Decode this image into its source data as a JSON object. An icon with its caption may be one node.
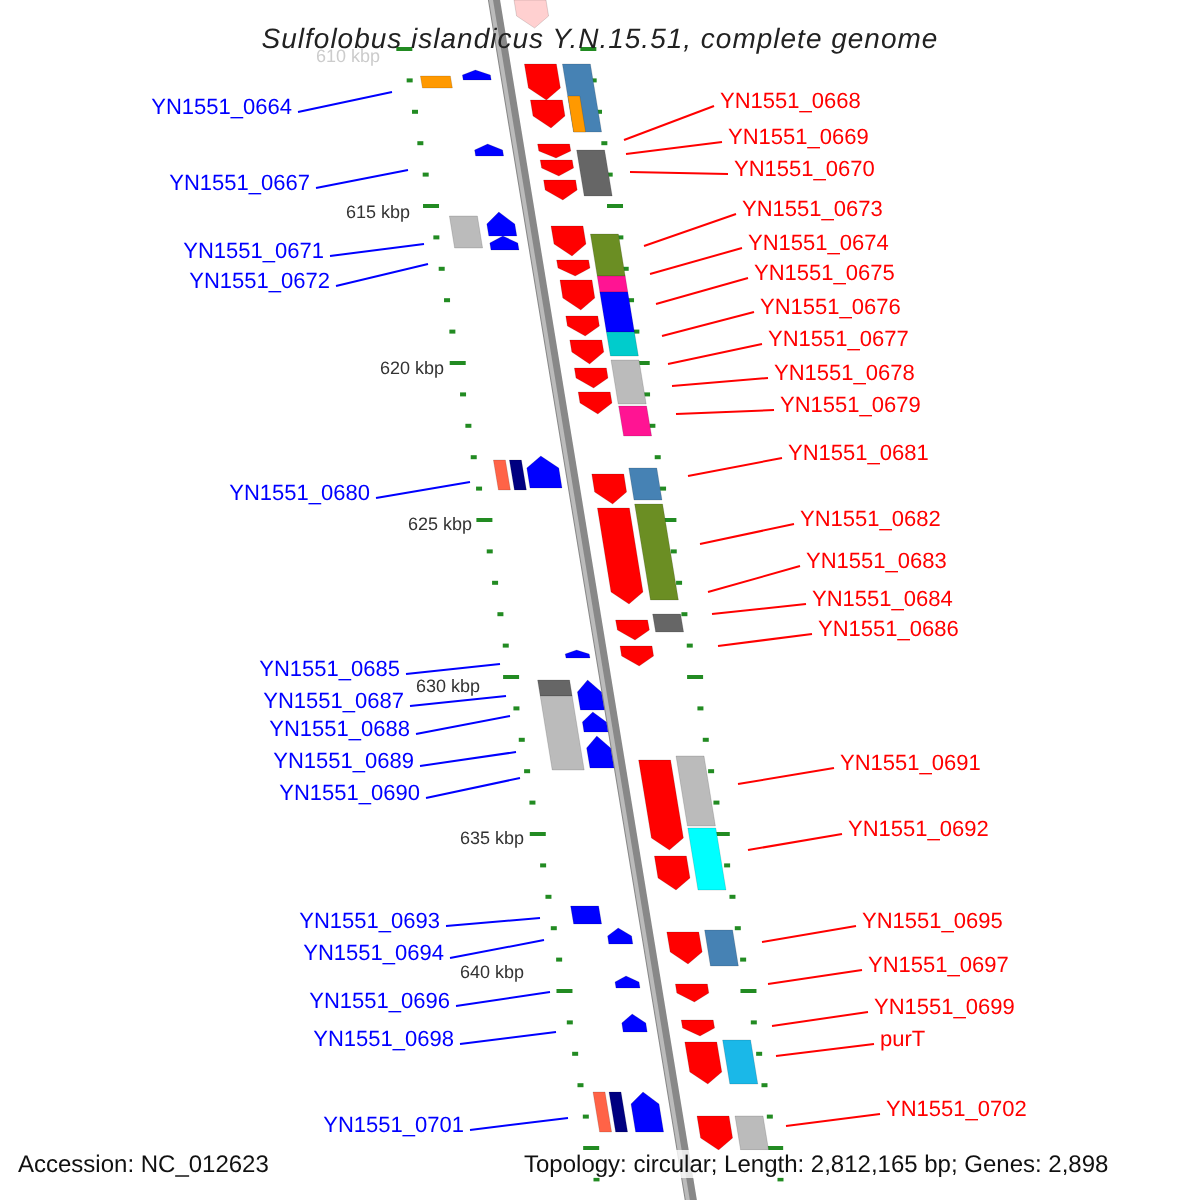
{
  "diagram": {
    "title": "Sulfolobus islandicus Y.N.15.51, complete genome",
    "nodes": [
      {
        "text": [
          "YN1551_0664"
        ]
      },
      {
        "text": [
          "YN1551_0667"
        ]
      },
      {
        "text": [
          "YN1551_0671"
        ]
      },
      {
        "text": [
          "YN1551_0672"
        ]
      },
      {
        "text": [
          "YN1551_0680"
        ]
      },
      {
        "text": [
          "YN1551_0685"
        ]
      },
      {
        "text": [
          "YN1551_0687"
        ]
      },
      {
        "text": [
          "YN1551_0688"
        ]
      },
      {
        "text": [
          "YN1551_0689"
        ]
      },
      {
        "text": [
          "YN1551_0690"
        ]
      },
      {
        "text": [
          "YN1551_0693"
        ]
      },
      {
        "text": [
          "YN1551_0694"
        ]
      },
      {
        "text": [
          "YN1551_0696"
        ]
      },
      {
        "text": [
          "YN1551_0698"
        ]
      },
      {
        "text": [
          "YN1551_0701"
        ]
      },
      {
        "text": [
          "YN1551_0668"
        ]
      },
      {
        "text": [
          "YN1551_0669"
        ]
      },
      {
        "text": [
          "YN1551_0670"
        ]
      },
      {
        "text": [
          "YN1551_0673"
        ]
      },
      {
        "text": [
          "YN1551_0674"
        ]
      },
      {
        "text": [
          "YN1551_0675"
        ]
      },
      {
        "text": [
          "YN1551_0676"
        ]
      },
      {
        "text": [
          "YN1551_0677"
        ]
      },
      {
        "text": [
          "YN1551_0678"
        ]
      },
      {
        "text": [
          "YN1551_0679"
        ]
      },
      {
        "text": [
          "YN1551_0681"
        ]
      },
      {
        "text": [
          "YN1551_0682"
        ]
      },
      {
        "text": [
          "YN1551_0683"
        ]
      },
      {
        "text": [
          "YN1551_0684"
        ]
      },
      {
        "text": [
          "YN1551_0686"
        ]
      },
      {
        "text": [
          "YN1551_0691"
        ]
      },
      {
        "text": [
          "YN1551_0692"
        ]
      },
      {
        "text": [
          "YN1551_0695"
        ]
      },
      {
        "text": [
          "YN1551_0697"
        ]
      },
      {
        "text": [
          "YN1551_0699"
        ]
      },
      {
        "text": [
          "purT"
        ]
      },
      {
        "text": [
          "YN1551_0702"
        ]
      }
    ],
    "edges": [
      {
        "from": 0,
        "to": null,
        "arrow": "none",
        "color": "#0000ff"
      },
      {
        "from": 1,
        "to": null,
        "arrow": "none",
        "color": "#0000ff"
      },
      {
        "from": 2,
        "to": null,
        "arrow": "none",
        "color": "#0000ff"
      },
      {
        "from": 3,
        "to": null,
        "arrow": "none",
        "color": "#0000ff"
      },
      {
        "from": 4,
        "to": null,
        "arrow": "none",
        "color": "#0000ff"
      },
      {
        "from": 5,
        "to": null,
        "arrow": "none",
        "color": "#0000ff"
      },
      {
        "from": 6,
        "to": null,
        "arrow": "none",
        "color": "#0000ff"
      },
      {
        "from": 7,
        "to": null,
        "arrow": "none",
        "color": "#0000ff"
      },
      {
        "from": 8,
        "to": null,
        "arrow": "none",
        "color": "#0000ff"
      },
      {
        "from": 9,
        "to": null,
        "arrow": "none",
        "color": "#0000ff"
      },
      {
        "from": 10,
        "to": null,
        "arrow": "none",
        "color": "#0000ff"
      },
      {
        "from": 11,
        "to": null,
        "arrow": "none",
        "color": "#0000ff"
      },
      {
        "from": 12,
        "to": null,
        "arrow": "none",
        "color": "#0000ff"
      },
      {
        "from": 13,
        "to": null,
        "arrow": "none",
        "color": "#0000ff"
      },
      {
        "from": 14,
        "to": null,
        "arrow": "none",
        "color": "#0000ff"
      },
      {
        "from": 15,
        "to": null,
        "arrow": "none"
      },
      {
        "from": 16,
        "to": null,
        "arrow": "none"
      },
      {
        "from": 17,
        "to": null,
        "arrow": "none"
      },
      {
        "from": 18,
        "to": null,
        "arrow": "none"
      },
      {
        "from": 19,
        "to": null,
        "arrow": "none"
      },
      {
        "from": 20,
        "to": null,
        "arrow": "none"
      },
      {
        "from": 21,
        "to": null,
        "arrow": "none"
      },
      {
        "from": 22,
        "to": null,
        "arrow": "none"
      },
      {
        "from": 23,
        "to": null,
        "arrow": "none"
      },
      {
        "from": 24,
        "to": null,
        "arrow": "none"
      },
      {
        "from": 25,
        "to": null,
        "arrow": "none"
      },
      {
        "from": 26,
        "to": null,
        "arrow": "none"
      },
      {
        "from": 27,
        "to": null,
        "arrow": "none"
      },
      {
        "from": 28,
        "to": null,
        "arrow": "none"
      },
      {
        "from": 29,
        "to": null,
        "arrow": "none"
      },
      {
        "from": 30,
        "to": null,
        "arrow": "none"
      },
      {
        "from": 31,
        "to": null,
        "arrow": "none"
      },
      {
        "from": 32,
        "to": null,
        "arrow": "none"
      },
      {
        "from": 33,
        "to": null,
        "arrow": "none"
      },
      {
        "from": 34,
        "to": null,
        "arrow": "none"
      },
      {
        "from": 35,
        "to": null,
        "arrow": "none"
      },
      {
        "from": 36,
        "to": null,
        "arrow": "none"
      }
    ],
    "labels": [
      "610 kbp",
      "615 kbp",
      "620 kbp",
      "625 kbp",
      "630 kbp",
      "635 kbp",
      "640 kbp",
      "Accession: NC_012623",
      "Topology: circular; Length: 2,812,165 bp; Genes: 2,898"
    ]
  }
}
